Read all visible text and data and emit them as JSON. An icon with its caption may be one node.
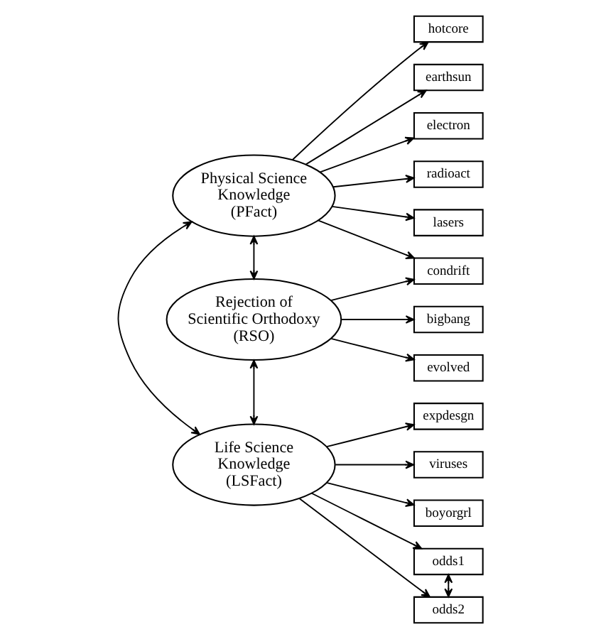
{
  "diagram": {
    "nodes": [
      {
        "text": [
          "Physical Science Knowledge (PFact)"
        ]
      },
      {
        "text": [
          "Rejection of Scientific Orthodoxy (RSO)"
        ]
      },
      {
        "text": [
          "Life Science Knowledge (LSFact)"
        ]
      },
      {
        "text": [
          "hotcore"
        ]
      },
      {
        "text": [
          "earthsun"
        ]
      },
      {
        "text": [
          "electron"
        ]
      },
      {
        "text": [
          "radioact"
        ]
      },
      {
        "text": [
          "lasers"
        ]
      },
      {
        "text": [
          "condrift"
        ]
      },
      {
        "text": [
          "bigbang"
        ]
      },
      {
        "text": [
          "evolved"
        ]
      },
      {
        "text": [
          "expdesgn"
        ]
      },
      {
        "text": [
          "viruses"
        ]
      },
      {
        "text": [
          "boyorgrl"
        ]
      },
      {
        "text": [
          "odds1"
        ]
      },
      {
        "text": [
          "odds2"
        ]
      }
    ],
    "edges": [
      {
        "from": 0,
        "to": 3,
        "arrow": "to"
      },
      {
        "from": 0,
        "to": 4,
        "arrow": "to"
      },
      {
        "from": 0,
        "to": 5,
        "arrow": "to"
      },
      {
        "from": 0,
        "to": 6,
        "arrow": "to"
      },
      {
        "from": 0,
        "to": 7,
        "arrow": "to"
      },
      {
        "from": 0,
        "to": 8,
        "arrow": "to"
      },
      {
        "from": 1,
        "to": 8,
        "arrow": "to"
      },
      {
        "from": 1,
        "to": 9,
        "arrow": "to"
      },
      {
        "from": 1,
        "to": 10,
        "arrow": "to"
      },
      {
        "from": 2,
        "to": 11,
        "arrow": "to"
      },
      {
        "from": 2,
        "to": 12,
        "arrow": "to"
      },
      {
        "from": 2,
        "to": 13,
        "arrow": "to"
      },
      {
        "from": 2,
        "to": 14,
        "arrow": "to"
      },
      {
        "from": 2,
        "to": 15,
        "arrow": "to"
      },
      {
        "from": 0,
        "to": 1,
        "arrow": "both"
      },
      {
        "from": 1,
        "to": 2,
        "arrow": "both"
      },
      {
        "from": 0,
        "to": 2,
        "arrow": "both"
      },
      {
        "from": 14,
        "to": 15,
        "arrow": "both"
      }
    ]
  }
}
